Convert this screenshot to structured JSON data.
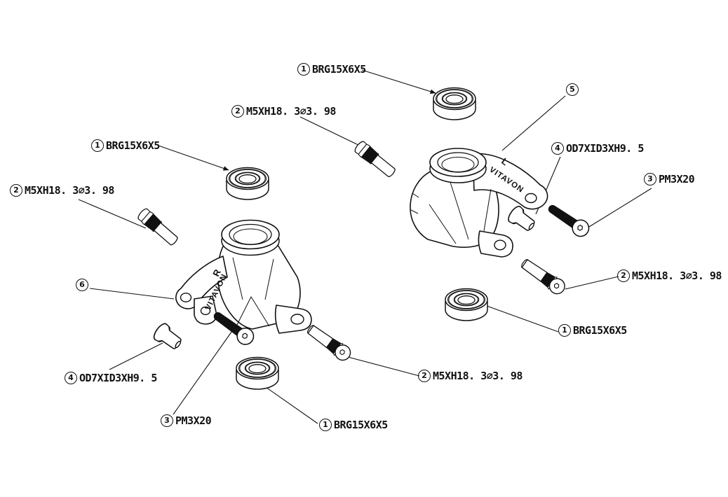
{
  "diagram_type": "exploded-parts-diagram",
  "labels": [
    {
      "num": "1",
      "text": "BRG15X6X5"
    },
    {
      "num": "2",
      "text": "M5XH18. 3∅3. 98"
    },
    {
      "num": "1",
      "text": "BRG15X6X5"
    },
    {
      "num": "5",
      "text": ""
    },
    {
      "num": "4",
      "text": "OD7XID3XH9. 5"
    },
    {
      "num": "3",
      "text": "PM3X20"
    },
    {
      "num": "2",
      "text": "M5XH18. 3∅3. 98"
    },
    {
      "num": "2",
      "text": "M5XH18. 3∅3. 98"
    },
    {
      "num": "6",
      "text": ""
    },
    {
      "num": "1",
      "text": "BRG15X6X5"
    },
    {
      "num": "4",
      "text": "OD7XID3XH9. 5"
    },
    {
      "num": "3",
      "text": "PM3X20"
    },
    {
      "num": "1",
      "text": "BRG15X6X5"
    },
    {
      "num": "2",
      "text": "M5XH18. 3∅3. 98"
    }
  ],
  "markings": {
    "left_knuckle_side": "R",
    "right_knuckle_side": "L",
    "brand": "VITAVON"
  },
  "colors": {
    "line": "#111111",
    "fill": "#ffffff",
    "thread": "#111111"
  }
}
